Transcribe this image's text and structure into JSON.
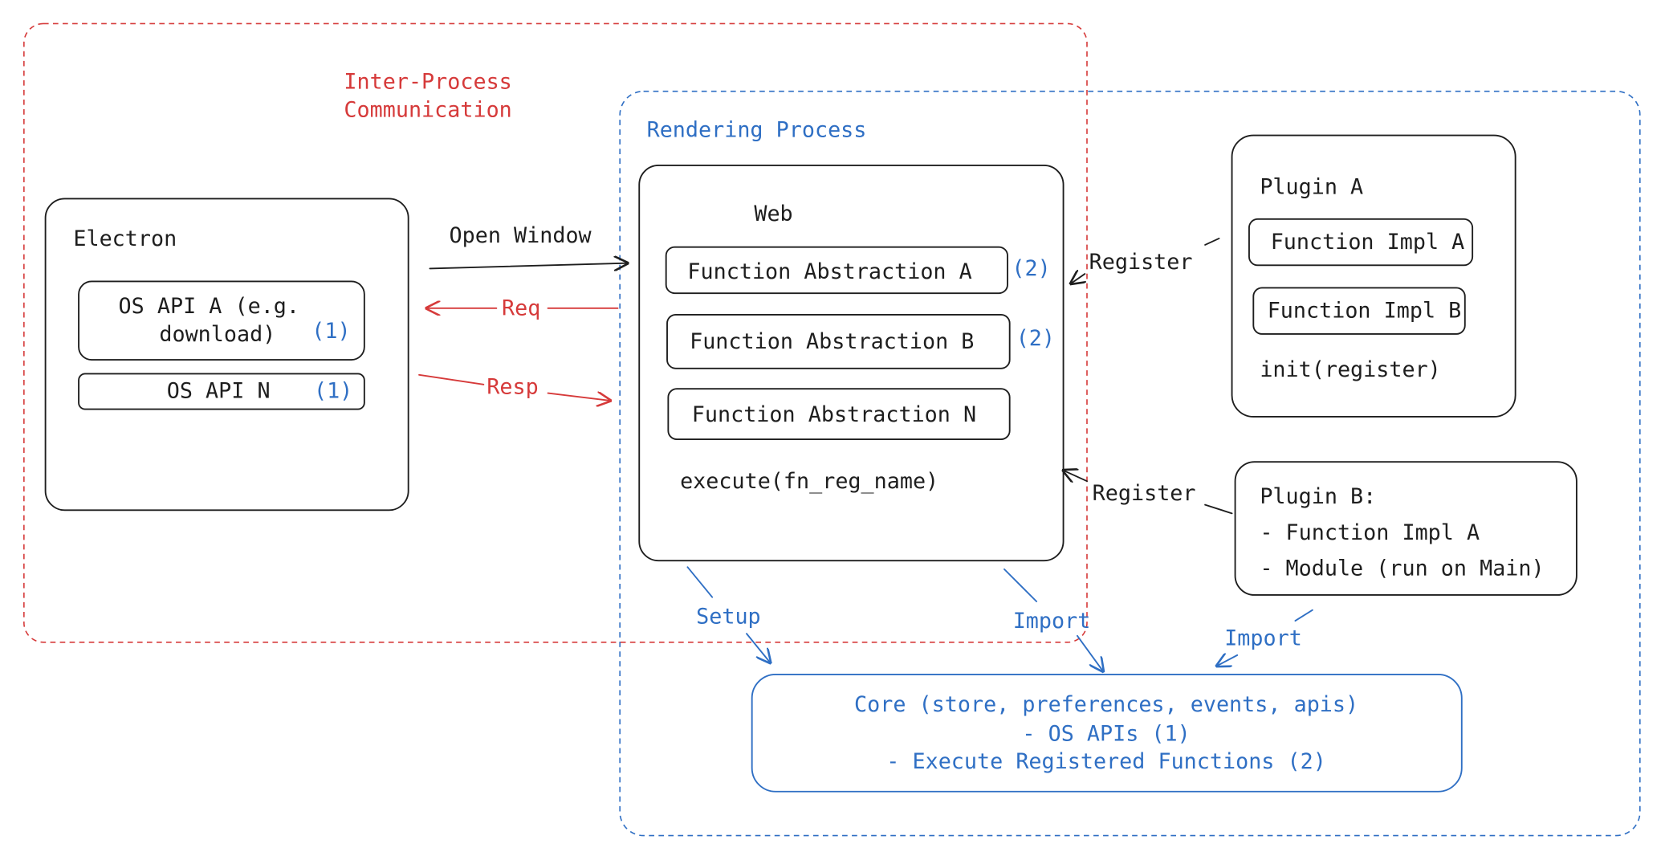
{
  "colors": {
    "ipc": "#d63a3a",
    "rendering": "#2f6fc4",
    "ink": "#1e1e1e"
  },
  "ipc": {
    "title_line1": "Inter-Process",
    "title_line2": "Communication"
  },
  "rendering": {
    "title": "Rendering Process"
  },
  "electron": {
    "title": "Electron",
    "api_a_line1": "OS API A (e.g.",
    "api_a_line2": "download)",
    "api_a_ref": "(1)",
    "api_n": "OS API N",
    "api_n_ref": "(1)"
  },
  "edges": {
    "open_window": "Open Window",
    "req": "Req",
    "resp": "Resp",
    "register_a": "Register",
    "register_b": "Register",
    "setup": "Setup",
    "import_web": "Import",
    "import_plugin": "Import"
  },
  "web": {
    "title": "Web",
    "fa_a": "Function Abstraction A",
    "fa_a_ref": "(2)",
    "fa_b": "Function Abstraction B",
    "fa_b_ref": "(2)",
    "fa_n": "Function Abstraction N",
    "execute": "execute(fn_reg_name)"
  },
  "plugin_a": {
    "title": "Plugin A",
    "impl_a": "Function Impl A",
    "impl_b": "Function Impl B",
    "init": "init(register)"
  },
  "plugin_b": {
    "line1": "Plugin B:",
    "line2": "- Function Impl A",
    "line3": "- Module (run on Main)"
  },
  "core": {
    "line1": "Core (store, preferences, events, apis)",
    "line2": "- OS APIs (1)",
    "line3": "- Execute Registered Functions (2)"
  }
}
